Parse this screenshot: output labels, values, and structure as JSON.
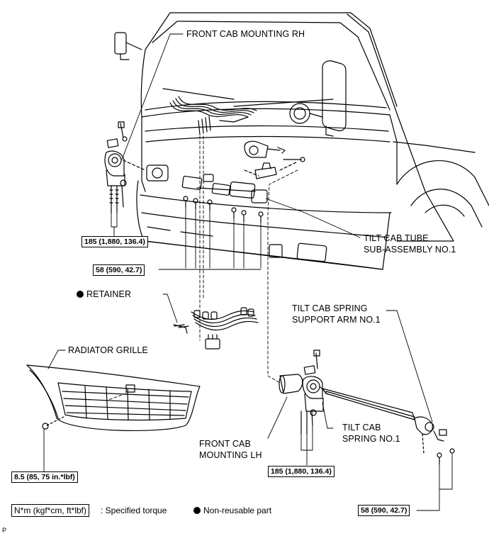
{
  "labels": {
    "front_cab_mounting_rh": "FRONT CAB MOUNTING RH",
    "tilt_cab_tube_line1": "TILT CAB TUBE",
    "tilt_cab_tube_line2": "SUB-ASSEMBLY NO.1",
    "retainer": "RETAINER",
    "tilt_cab_spring_support_line1": "TILT CAB SPRING",
    "tilt_cab_spring_support_line2": "SUPPORT ARM NO.1",
    "radiator_grille": "RADIATOR GRILLE",
    "tilt_cab_spring_line1": "TILT CAB",
    "tilt_cab_spring_line2": "SPRING NO.1",
    "front_cab_mounting_lh_line1": "FRONT CAB",
    "front_cab_mounting_lh_line2": "MOUNTING LH"
  },
  "torques": {
    "rh_mount": "185 (1,880, 136.4)",
    "tube_bolts": "58 (590, 42.7)",
    "grille": "8.5 (85, 75 in.*lbf)",
    "lh_mount": "185 (1,880, 136.4)",
    "support_arm": "58 (590, 42.7)"
  },
  "legend": {
    "torque_unit": "N*m (kgf*cm, ft*lbf)",
    "torque_desc": ": Specified torque",
    "non_reusable": "Non-reusable part"
  },
  "figure_code": "P"
}
